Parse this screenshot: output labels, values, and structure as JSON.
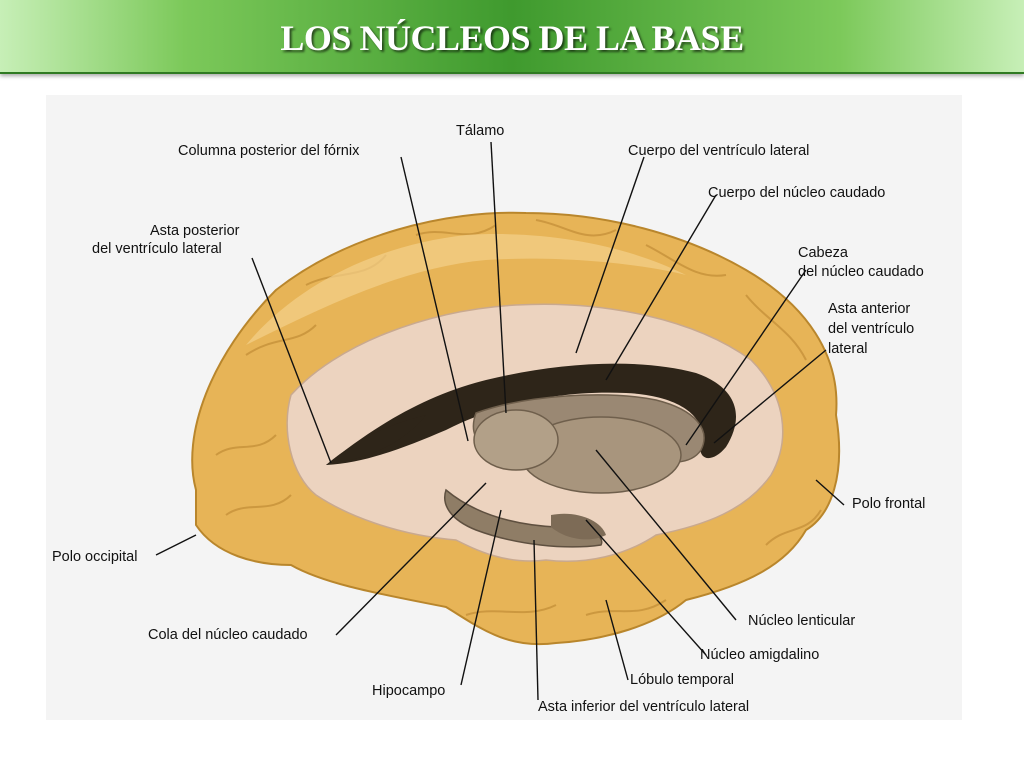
{
  "title": "LOS NÚCLEOS DE LA BASE",
  "labels": {
    "talamo": "Tálamo",
    "columna_fornix": "Columna posterior del fórnix",
    "cuerpo_ventriculo": "Cuerpo del ventrículo lateral",
    "cuerpo_caudado": "Cuerpo del núcleo caudado",
    "asta_posterior_1": "Asta posterior",
    "asta_posterior_2": "del ventrículo lateral",
    "cabeza_1": "Cabeza",
    "cabeza_2": "del núcleo caudado",
    "asta_anterior_1": "Asta anterior",
    "asta_anterior_2": "del ventrículo",
    "asta_anterior_3": "lateral",
    "polo_frontal": "Polo frontal",
    "polo_occipital": "Polo occipital",
    "nucleo_lenticular": "Núcleo lenticular",
    "cola_caudado": "Cola del núcleo caudado",
    "nucleo_amigdalino": "Núcleo amigdalino",
    "lobulo_temporal": "Lóbulo temporal",
    "hipocampo": "Hipocampo",
    "asta_inferior": "Asta inferior del ventrículo lateral"
  },
  "colors": {
    "title_bar": "#3f9a2e",
    "cortex": "#e7b457",
    "cortex_light": "#f3d08a",
    "white_matter": "#ecd3bf",
    "ventricle": "#2e2519",
    "nucleus": "#9a8873"
  }
}
